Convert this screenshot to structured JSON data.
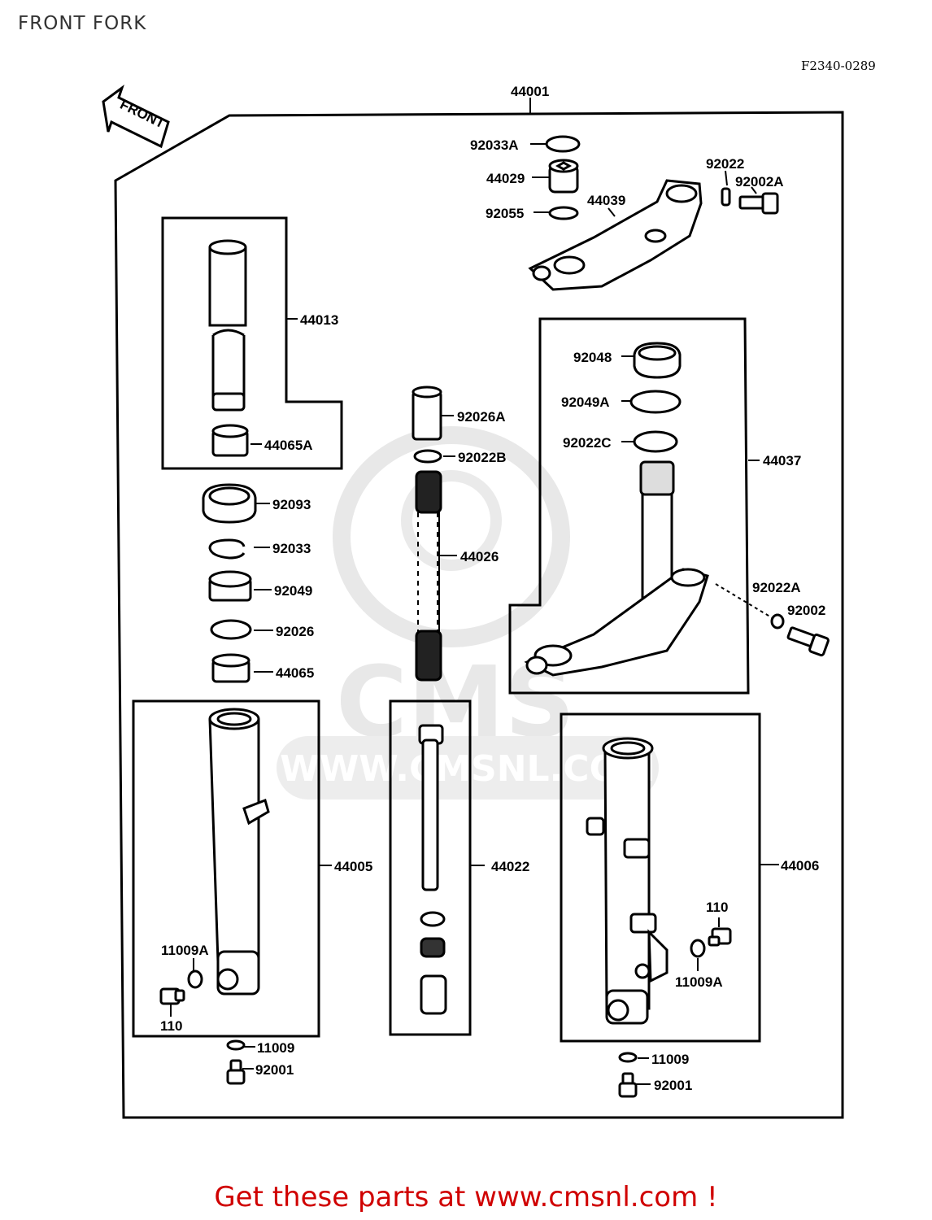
{
  "header": {
    "title": "FRONT FORK",
    "diagram_code": "F2340-0289"
  },
  "direction_arrow": {
    "label": "FRONT"
  },
  "watermark": {
    "brand": "CMS",
    "url": "WWW.CMSNL.COM"
  },
  "parts": {
    "44001": "44001",
    "92033A": "92033A",
    "44029": "44029",
    "92055": "92055",
    "44039": "44039",
    "92022": "92022",
    "92002A": "92002A",
    "44013": "44013",
    "44065A": "44065A",
    "92026A": "92026A",
    "92022B": "92022B",
    "44026": "44026",
    "92093": "92093",
    "92033": "92033",
    "92049": "92049",
    "92026": "92026",
    "44065": "44065",
    "92048": "92048",
    "92049A": "92049A",
    "92022C": "92022C",
    "44037": "44037",
    "92022A": "92022A",
    "92002": "92002",
    "44005": "44005",
    "44022": "44022",
    "44006": "44006",
    "11009A_left": "11009A",
    "110_left": "110",
    "110_right": "110",
    "11009A_right": "11009A",
    "11009_left": "11009",
    "92001_left": "92001",
    "11009_right": "11009",
    "92001_right": "92001"
  },
  "footer": {
    "text": "Get these parts at www.cmsnl.com !"
  },
  "colors": {
    "footer": "#d00000",
    "line": "#000000",
    "watermark": "#e6e6e6"
  }
}
